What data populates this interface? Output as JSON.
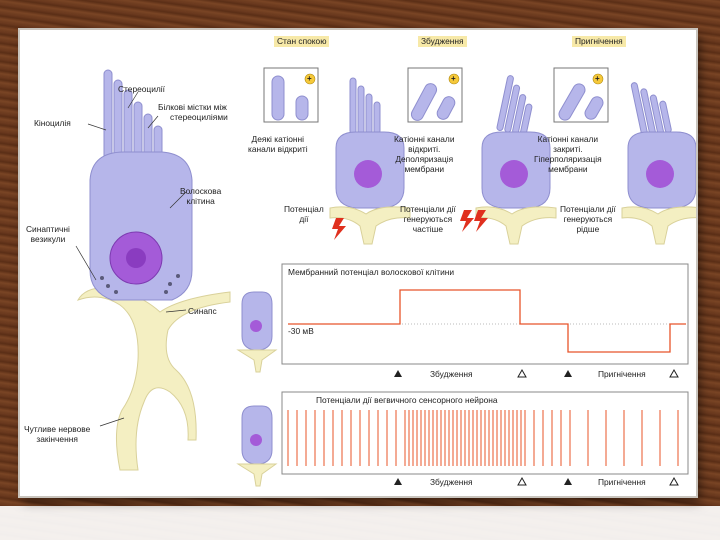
{
  "top_panel": {
    "headers": [
      "Стан спокою",
      "Збудження",
      "Пригнічення"
    ],
    "captions": [
      [
        "Деякі катіонні",
        "канали відкриті"
      ],
      [
        "Катіонні канали",
        "відкриті.",
        "Деполяризація",
        "мембрани"
      ],
      [
        "Катіонні канали",
        "закриті.",
        "Гіперполяризація",
        "мембрани"
      ]
    ],
    "ap_captions": [
      [
        "Потенціал",
        "дії"
      ],
      [
        "Потенціали дії",
        "генеруються",
        "частіше"
      ],
      [
        "Потенціали дії",
        "генеруються",
        "рідше"
      ]
    ],
    "plus_sign": "+"
  },
  "left_diagram": {
    "labels": {
      "stereocilia": "Стереоцилії",
      "kinocilium": "Кіноцилія",
      "protein_bridges": [
        "Білкові містки між",
        "стереоциліями"
      ],
      "hair_cell": [
        "Волоскова",
        "клітина"
      ],
      "synaptic_vesicles": [
        "Синаптичні",
        "везикули"
      ],
      "synapse": "Синапс",
      "nerve_ending": [
        "Чутливе нервове",
        "закінчення"
      ]
    }
  },
  "membrane_chart": {
    "title": "Мембранний потенціал волоскової клітини",
    "ylabel": "-30 мВ",
    "events": [
      "Збудження",
      "Пригнічення"
    ]
  },
  "spike_chart": {
    "title": "Потенціали дії вегвичного сенсорного нейрона",
    "events": [
      "Збудження",
      "Пригнічення"
    ]
  },
  "colors": {
    "cell": "#b6b6ea",
    "nucleus": "#a45bd8",
    "nerve": "#f4efc2",
    "trace": "#e8542a",
    "bolt": "#e0301e",
    "header_bg": "#f7e9a8"
  }
}
